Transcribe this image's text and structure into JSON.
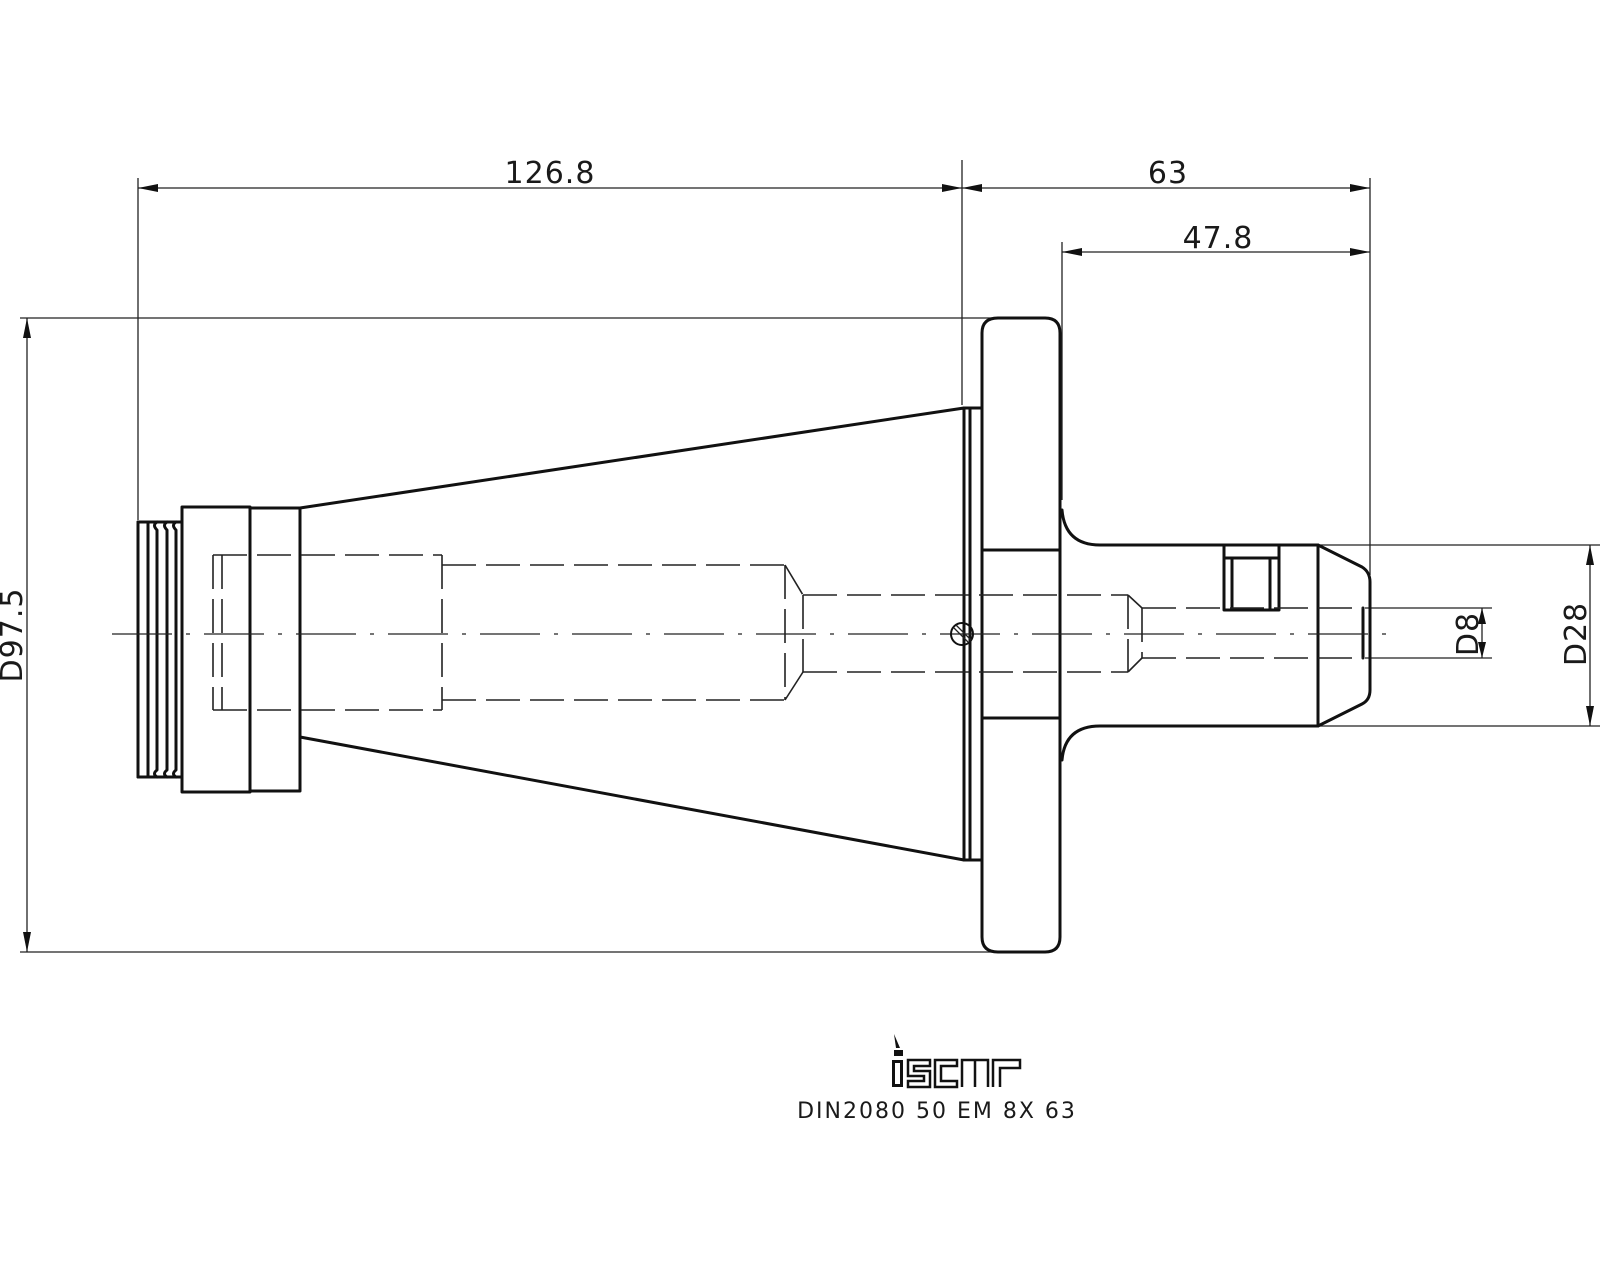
{
  "dimensions": {
    "overall_length": "126.8",
    "projection_length": "63",
    "shank_length": "47.8",
    "flange_diameter": "D97.5",
    "bore_diameter": "D8",
    "shank_diameter": "D28"
  },
  "brand": {
    "logo_text": "iscar"
  },
  "caption": "DIN2080 50 EM 8X 63"
}
